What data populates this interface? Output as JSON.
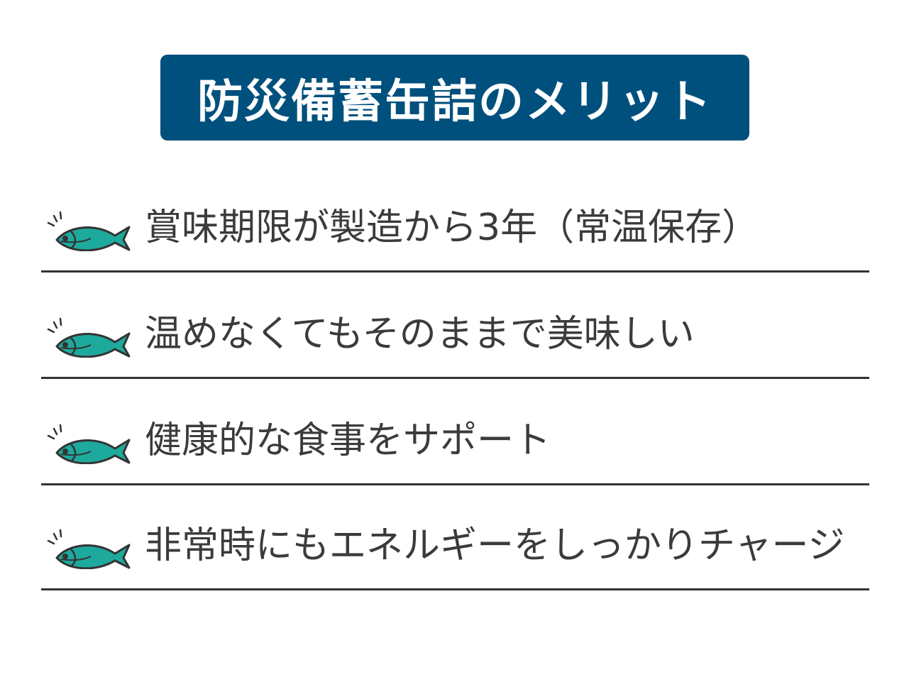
{
  "title": "防災備蓄缶詰のメリット",
  "colors": {
    "title_bg": "#00507d",
    "fish_fill": "#1ea99d",
    "outline": "#333333",
    "rule": "#333333",
    "text": "#3b3b3b"
  },
  "items": [
    {
      "icon": "fish-icon",
      "label": "賞味期限が製造から3年（常温保存）"
    },
    {
      "icon": "fish-icon",
      "label": "温めなくてもそのままで美味しい"
    },
    {
      "icon": "fish-icon",
      "label": "健康的な食事をサポート"
    },
    {
      "icon": "fish-icon",
      "label": "非常時にもエネルギーをしっかりチャージ"
    }
  ]
}
